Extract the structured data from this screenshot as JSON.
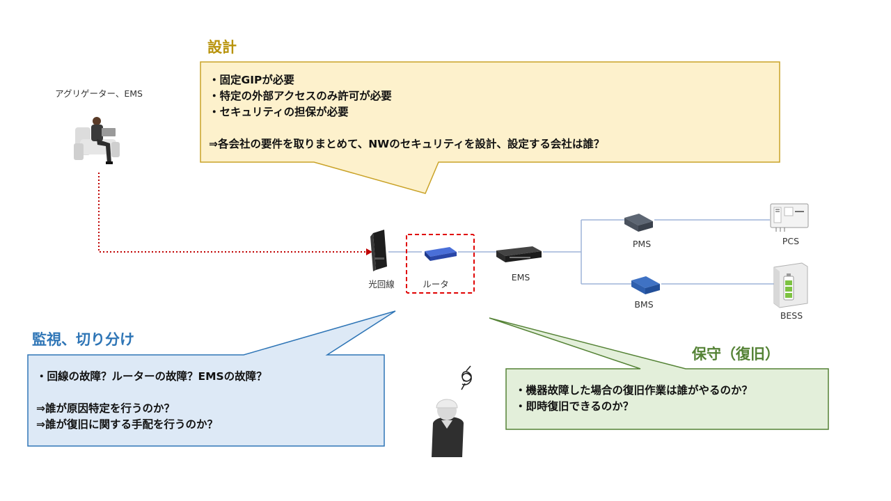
{
  "design": {
    "title": "設計",
    "lines": [
      "・固定GIPが必要",
      "・特定の外部アクセスのみ許可が必要",
      "・セキュリティの担保が必要",
      "",
      "⇒各会社の要件を取りまとめて、NWのセキュリティを設計、設定する会社は誰？"
    ]
  },
  "monitor": {
    "title": "監視、切り分け",
    "lines": [
      "・回線の故障？ルーターの故障？EMSの故障？",
      "",
      "⇒誰が原因特定を行うのか？",
      "⇒誰が復旧に関する手配を行うのか？"
    ]
  },
  "maintenance": {
    "title": "保守（復旧）",
    "lines": [
      "・機器故障した場合の復旧作業は誰がやるのか？",
      "・即時復旧できるのか？"
    ]
  },
  "labels": {
    "aggregator": "アグリゲーター、EMS",
    "fiber": "光回線",
    "router": "ルータ",
    "ems": "EMS",
    "pms": "PMS",
    "bms": "BMS",
    "pcs": "PCS",
    "bess": "BESS"
  },
  "colors": {
    "design_title": "#b8930b",
    "design_fill": "#fdf1cc",
    "design_border": "#c9a227",
    "monitor_title": "#2e75b6",
    "monitor_fill": "#dde9f6",
    "monitor_border": "#2e75b6",
    "maint_title": "#548235",
    "maint_fill": "#e3efda",
    "maint_border": "#548235",
    "dotted_link": "#c00000",
    "router_box": "#e00000",
    "network_line": "#9db3d8"
  },
  "icons": [
    "aggregator-person-icon",
    "onu-icon",
    "router-icon",
    "ems-device-icon",
    "pms-device-icon",
    "bms-device-icon",
    "pcs-inverter-icon",
    "bess-battery-icon",
    "worker-icon",
    "confused-scribble-icon"
  ]
}
